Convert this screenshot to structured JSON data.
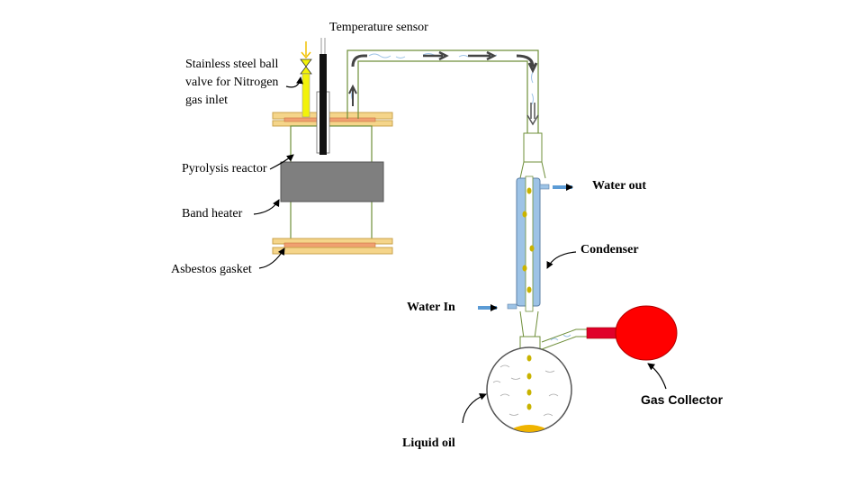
{
  "labels": {
    "temperature_sensor": "Temperature sensor",
    "valve_line1": "Stainless steel ball",
    "valve_line2": "valve for Nitrogen",
    "valve_line3": "gas inlet",
    "pyrolysis_reactor": "Pyrolysis reactor",
    "band_heater": "Band heater",
    "asbestos_gasket": "Asbestos gasket",
    "water_out": "Water out",
    "condenser": "Condenser",
    "water_in": "Water In",
    "gas_collector": "Gas Collector",
    "liquid_oil": "Liquid oil"
  },
  "colors": {
    "flange": "#f5d58a",
    "flange_edge": "#c9a24b",
    "gasket": "#f0a070",
    "heater": "#7f7f7f",
    "sensor": "#111111",
    "valve_stem": "#f2f20a",
    "pipe_edge": "#6f8f3a",
    "condenser_jacket": "#9dc3e6",
    "water_arrow": "#5b9bd5",
    "oil_drop": "#c9b300",
    "oil_pool": "#f0b400",
    "gas_bag": "#ff0000",
    "gas_neck": "#e0002a"
  }
}
